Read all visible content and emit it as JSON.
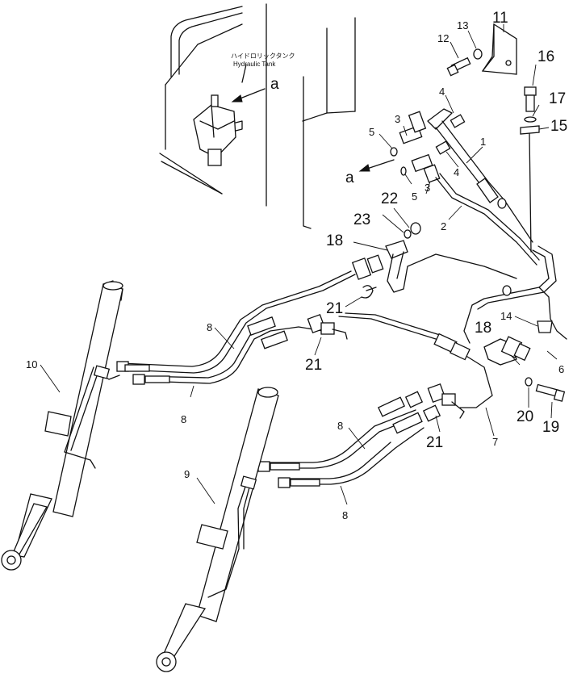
{
  "tank": {
    "label_jp": "ハイドロリックタンク",
    "label_en": "Hydraulic Tank"
  },
  "view_markers": {
    "top": "a",
    "mid": "a"
  },
  "callouts": {
    "c1": "1",
    "c2": "2",
    "c3a": "3",
    "c3b": "3",
    "c4a": "4",
    "c4b": "4",
    "c5a": "5",
    "c5b": "5",
    "c6": "6",
    "c7": "7",
    "c8a": "8",
    "c8b": "8",
    "c8c": "8",
    "c8d": "8",
    "c9": "9",
    "c10": "10",
    "c11": "11",
    "c12": "12",
    "c13": "13",
    "c14": "14",
    "c15": "15",
    "c16": "16",
    "c17": "17",
    "c18a": "18",
    "c18b": "18",
    "c19": "19",
    "c20": "20",
    "c21a": "21",
    "c21b": "21",
    "c21c": "21",
    "c22": "22",
    "c23": "23"
  }
}
